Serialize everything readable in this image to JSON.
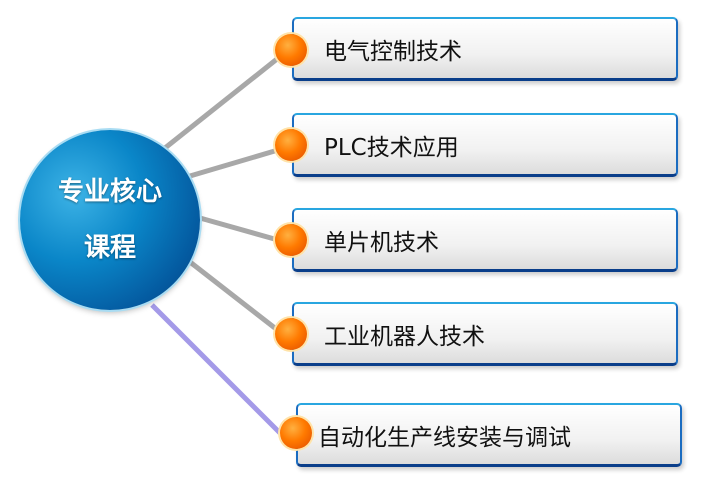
{
  "hub": {
    "line1": "专业核心",
    "line2": "课程"
  },
  "items": [
    {
      "label": "电气控制技术"
    },
    {
      "label": "PLC技术应用"
    },
    {
      "label": "单片机技术"
    },
    {
      "label": "工业机器人技术"
    },
    {
      "label": "自动化生产线安装与调试"
    }
  ],
  "colors": {
    "hub": "#0a86c8",
    "ball": "#ff7a00",
    "connector": "#b0b0b0",
    "connector_last": "#9a90e0"
  }
}
